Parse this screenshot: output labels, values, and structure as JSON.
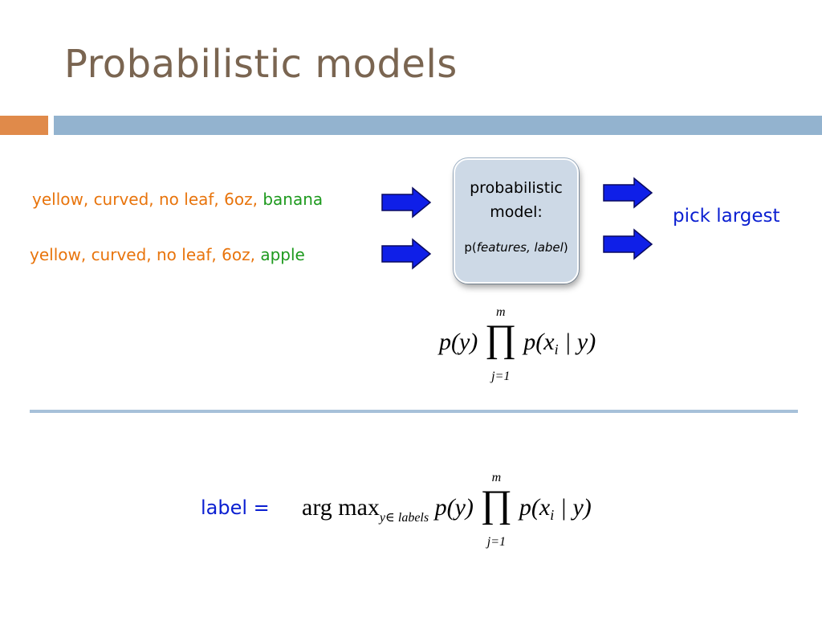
{
  "slide": {
    "title": "Probabilistic models"
  },
  "examples": [
    {
      "features": "yellow, curved, no leaf, 6oz,",
      "label": "banana"
    },
    {
      "features": "yellow, curved, no leaf, 6oz,",
      "label": "apple"
    }
  ],
  "model_box": {
    "line1": "probabilistic",
    "line2": "model:",
    "formula_prefix": "p(",
    "formula_features": "features, label",
    "formula_suffix": ")"
  },
  "output": {
    "text": "pick largest"
  },
  "equation1": {
    "p_y": "p(y)",
    "prod_upper": "m",
    "prod_lower": "j=1",
    "p_x": "p(x",
    "sub_i": "i",
    "given_y": " | y)"
  },
  "equation2": {
    "lhs": "label =",
    "argmax": "arg max",
    "argmax_sub": "y∈ labels",
    "p_y": "p(y)",
    "prod_upper": "m",
    "prod_lower": "j=1",
    "p_x": "p(x",
    "sub_i": "i",
    "given_y": " | y)"
  },
  "colors": {
    "title": "#7a6551",
    "features": "#e8740c",
    "label": "#1e9a1e",
    "arrow": "#0f1fe8",
    "accent_text": "#0b1fd1",
    "header_orange": "#e08a4a",
    "header_blue": "#93b3cf"
  }
}
